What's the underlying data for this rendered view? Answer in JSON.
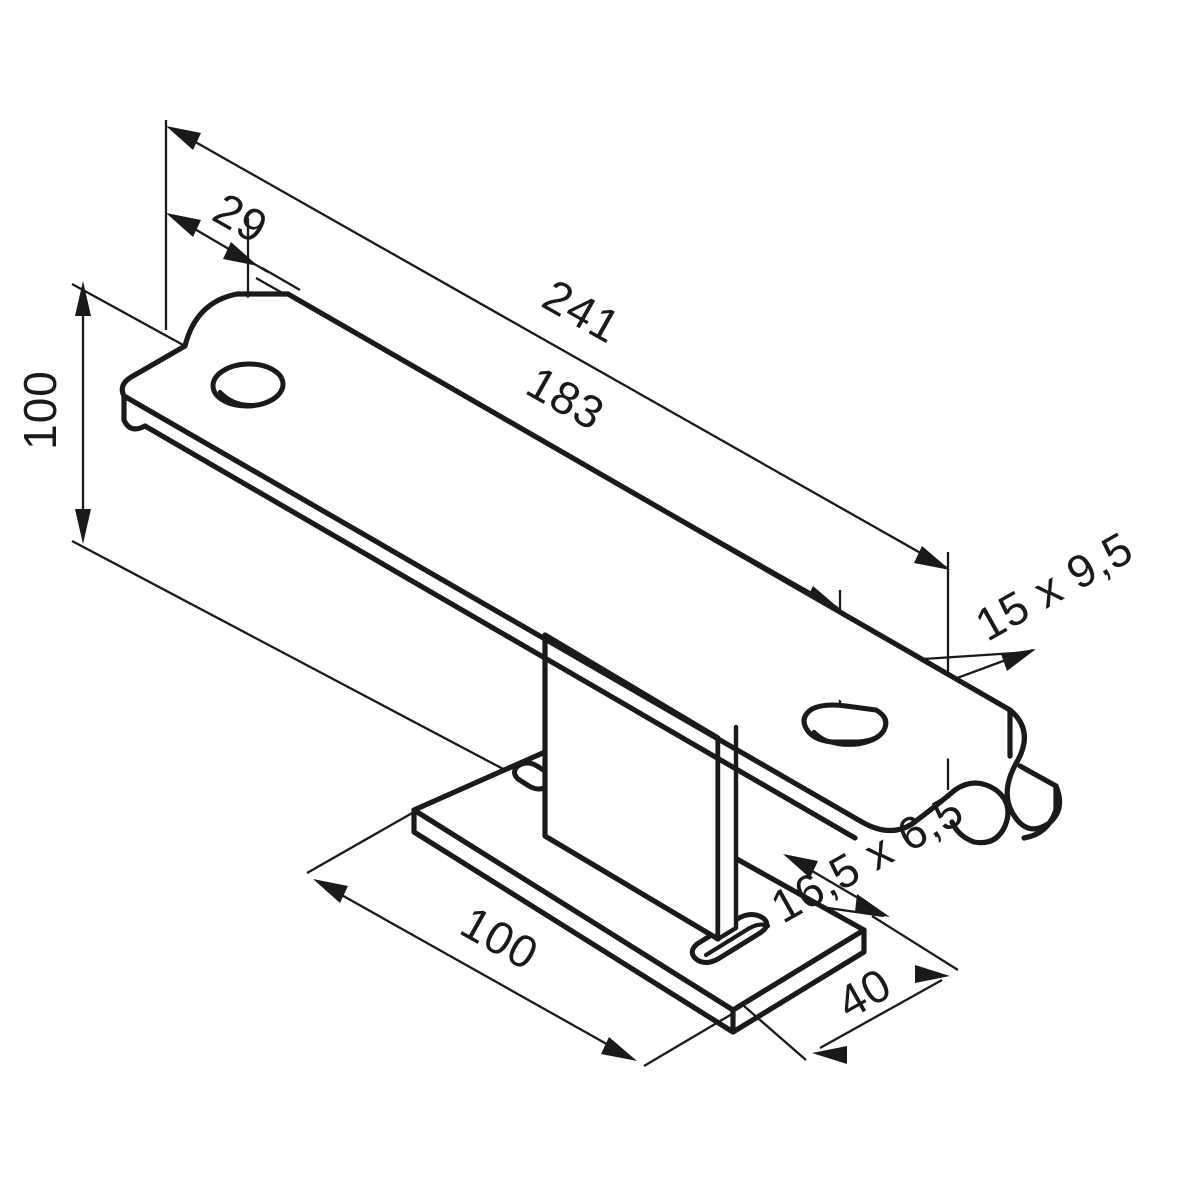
{
  "drawing": {
    "type": "isometric-technical-drawing",
    "subject": "mounting-bracket",
    "background_color": "#ffffff",
    "line_color": "#1a1a1a",
    "units": "mm",
    "decimal_separator": ","
  },
  "dimensions": {
    "overall_length": {
      "value": "241",
      "name": "overall-length-dimension",
      "orientation": "diagonal-down-right"
    },
    "hole_spacing": {
      "value": "183",
      "name": "hole-spacing-dimension",
      "orientation": "diagonal-down-right"
    },
    "edge_to_hole": {
      "value": "29",
      "name": "edge-to-hole-dimension",
      "orientation": "diagonal-down-right"
    },
    "arm_height": {
      "value": "100",
      "name": "arm-height-dimension",
      "orientation": "vertical"
    },
    "base_width": {
      "value": "100",
      "name": "base-plate-width-dimension",
      "orientation": "diagonal-down-right"
    },
    "base_depth": {
      "value": "40",
      "name": "base-plate-depth-dimension",
      "orientation": "diagonal-up-right"
    },
    "slot_arm": {
      "value": "15 x 9,5",
      "name": "arm-slot-size-dimension",
      "orientation": "diagonal-up-right"
    },
    "slot_base": {
      "value": "16,5 x 6,5",
      "name": "base-slot-size-dimension",
      "orientation": "diagonal-up-right"
    }
  },
  "features": {
    "round_hole": "round-hole-left-end",
    "arm_slot": "slotted-hole-right-arm",
    "base_slot_front": "slotted-hole-base-front",
    "base_slot_rear": "slotted-hole-base-rear",
    "hooked_end": "hooked-return-end",
    "vertical_post": "vertical-support-post",
    "base_plate": "base-mounting-plate"
  }
}
